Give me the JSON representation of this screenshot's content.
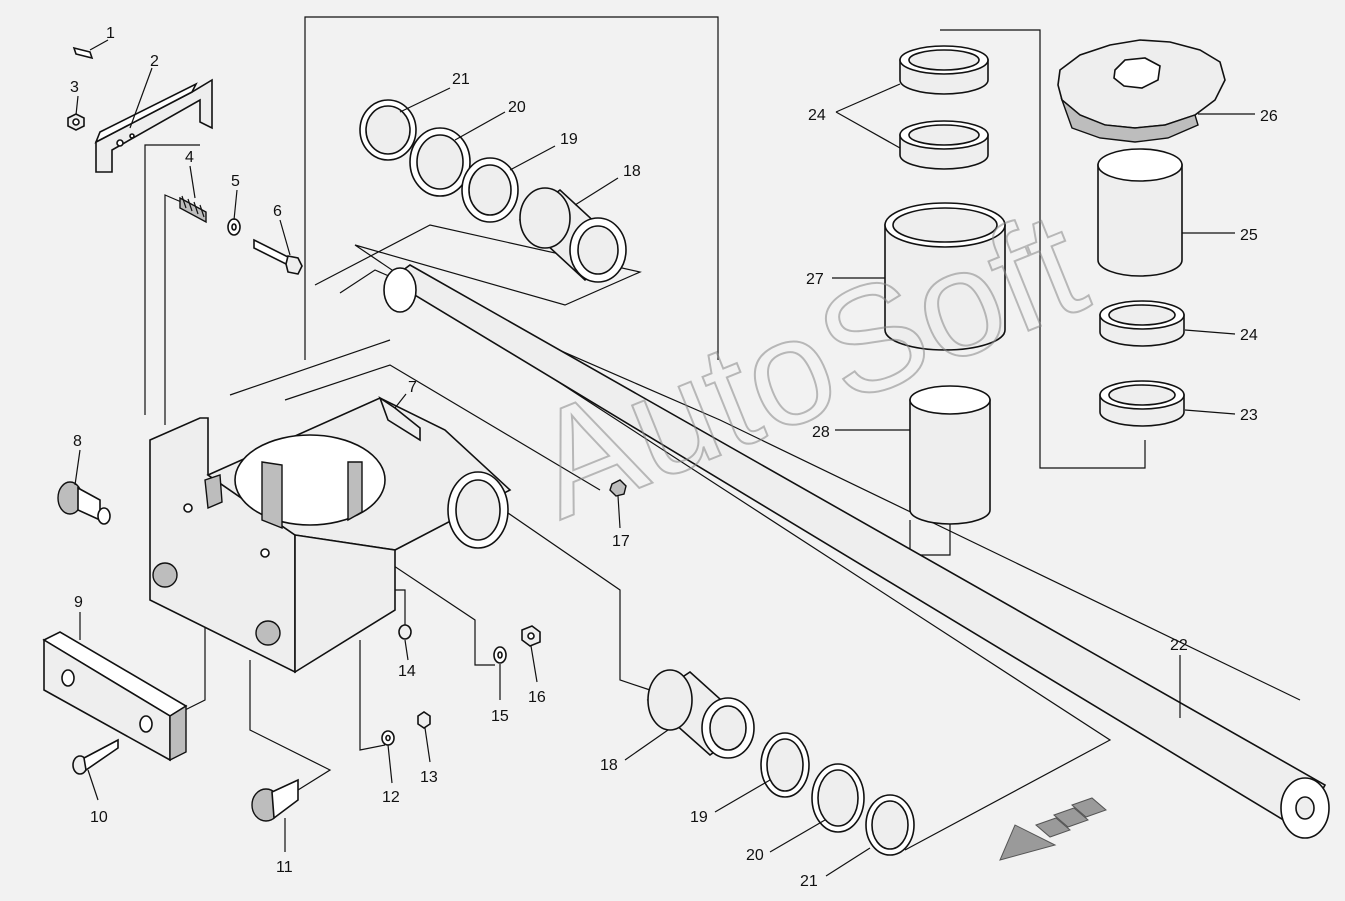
{
  "watermark": "AutoSoft",
  "callouts": [
    {
      "id": "c1",
      "label": "1"
    },
    {
      "id": "c2",
      "label": "2"
    },
    {
      "id": "c3",
      "label": "3"
    },
    {
      "id": "c4",
      "label": "4"
    },
    {
      "id": "c5",
      "label": "5"
    },
    {
      "id": "c6",
      "label": "6"
    },
    {
      "id": "c7",
      "label": "7"
    },
    {
      "id": "c8",
      "label": "8"
    },
    {
      "id": "c9",
      "label": "9"
    },
    {
      "id": "c10",
      "label": "10"
    },
    {
      "id": "c11",
      "label": "11"
    },
    {
      "id": "c12",
      "label": "12"
    },
    {
      "id": "c13",
      "label": "13"
    },
    {
      "id": "c14",
      "label": "14"
    },
    {
      "id": "c15",
      "label": "15"
    },
    {
      "id": "c16",
      "label": "16"
    },
    {
      "id": "c17",
      "label": "17"
    },
    {
      "id": "c18a",
      "label": "18"
    },
    {
      "id": "c18b",
      "label": "18"
    },
    {
      "id": "c19a",
      "label": "19"
    },
    {
      "id": "c19b",
      "label": "19"
    },
    {
      "id": "c20a",
      "label": "20"
    },
    {
      "id": "c20b",
      "label": "20"
    },
    {
      "id": "c21a",
      "label": "21"
    },
    {
      "id": "c21b",
      "label": "21"
    },
    {
      "id": "c22",
      "label": "22"
    },
    {
      "id": "c23",
      "label": "23"
    },
    {
      "id": "c24a",
      "label": "24"
    },
    {
      "id": "c24b",
      "label": "24"
    },
    {
      "id": "c25",
      "label": "25"
    },
    {
      "id": "c26",
      "label": "26"
    },
    {
      "id": "c27",
      "label": "27"
    },
    {
      "id": "c28",
      "label": "28"
    }
  ],
  "colors": {
    "line": "#111111",
    "background": "#f2f2f2",
    "watermark": "#888888"
  }
}
